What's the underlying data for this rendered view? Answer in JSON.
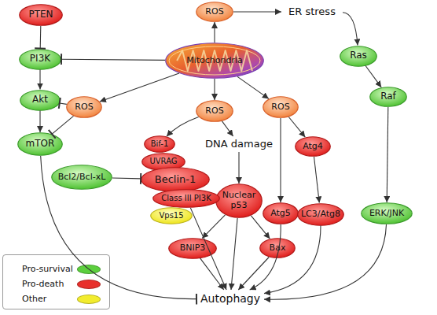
{
  "diagram": {
    "nodes": [
      {
        "text": [
          "PTEN"
        ]
      },
      {
        "text": [
          "ROS"
        ]
      },
      {
        "text": [
          "ER stress"
        ]
      },
      {
        "text": [
          "Ras"
        ]
      },
      {
        "text": [
          "PI3K"
        ]
      },
      {
        "text": [
          "Mitochondria"
        ]
      },
      {
        "text": [
          "Akt"
        ]
      },
      {
        "text": [
          "ROS"
        ]
      },
      {
        "text": [
          "Raf"
        ]
      },
      {
        "text": [
          "mTOR"
        ]
      },
      {
        "text": [
          "ROS"
        ]
      },
      {
        "text": [
          "ROS"
        ]
      },
      {
        "text": [
          "Bif-1"
        ]
      },
      {
        "text": [
          "DNA damage"
        ]
      },
      {
        "text": [
          "Atg4"
        ]
      },
      {
        "text": [
          "UVRAG"
        ]
      },
      {
        "text": [
          "Bcl2/Bcl-xL"
        ]
      },
      {
        "text": [
          "Beclin-1"
        ]
      },
      {
        "text": [
          "Class III PI3K"
        ]
      },
      {
        "text": [
          "Nuclear p53"
        ]
      },
      {
        "text": [
          "Atg5"
        ]
      },
      {
        "text": [
          "LC3/Atg8"
        ]
      },
      {
        "text": [
          "ERK/JNK"
        ]
      },
      {
        "text": [
          "Vps15"
        ]
      },
      {
        "text": [
          "BNIP3"
        ]
      },
      {
        "text": [
          "Bax"
        ]
      },
      {
        "text": [
          "Autophagy"
        ]
      }
    ],
    "edges": [
      {
        "from": 0,
        "to": 4,
        "arrow": "to"
      },
      {
        "from": 5,
        "to": 1,
        "arrow": "to"
      },
      {
        "from": 1,
        "to": 2,
        "arrow": "to"
      },
      {
        "from": 2,
        "to": 3,
        "arrow": "to"
      },
      {
        "from": 3,
        "to": 8,
        "arrow": "to"
      },
      {
        "from": 8,
        "to": 22,
        "arrow": "to"
      },
      {
        "from": 5,
        "to": 4,
        "arrow": "to"
      },
      {
        "from": 4,
        "to": 6,
        "arrow": "to"
      },
      {
        "from": 6,
        "to": 9,
        "arrow": "to"
      },
      {
        "from": 5,
        "to": 7,
        "arrow": "to"
      },
      {
        "from": 7,
        "to": 6,
        "arrow": "to"
      },
      {
        "from": 7,
        "to": 9,
        "arrow": "to"
      },
      {
        "from": 5,
        "to": 10,
        "arrow": "to"
      },
      {
        "from": 5,
        "to": 11,
        "arrow": "to"
      },
      {
        "from": 10,
        "to": 12,
        "arrow": "to"
      },
      {
        "from": 10,
        "to": 13,
        "arrow": "to"
      },
      {
        "from": 13,
        "to": 19,
        "arrow": "to"
      },
      {
        "from": 19,
        "to": 24,
        "arrow": "to"
      },
      {
        "from": 19,
        "to": 25,
        "arrow": "to"
      },
      {
        "from": 11,
        "to": 20,
        "arrow": "to"
      },
      {
        "from": 11,
        "to": 14,
        "arrow": "to"
      },
      {
        "from": 14,
        "to": 21,
        "arrow": "to"
      },
      {
        "from": 16,
        "to": 17,
        "arrow": "to"
      },
      {
        "from": 9,
        "to": 26,
        "arrow": "to"
      },
      {
        "from": 18,
        "to": 26,
        "arrow": "to"
      },
      {
        "from": 24,
        "to": 26,
        "arrow": "to"
      },
      {
        "from": 19,
        "to": 26,
        "arrow": "to"
      },
      {
        "from": 25,
        "to": 26,
        "arrow": "to"
      },
      {
        "from": 20,
        "to": 26,
        "arrow": "to"
      },
      {
        "from": 21,
        "to": 26,
        "arrow": "to"
      },
      {
        "from": 22,
        "to": 26,
        "arrow": "to"
      }
    ],
    "legend": [
      {
        "text": "Pro-survival",
        "color": "#5ccf3e"
      },
      {
        "text": "Pro-death",
        "color": "#e8302c"
      },
      {
        "text": "Other",
        "color": "#f2ec2e"
      }
    ]
  }
}
